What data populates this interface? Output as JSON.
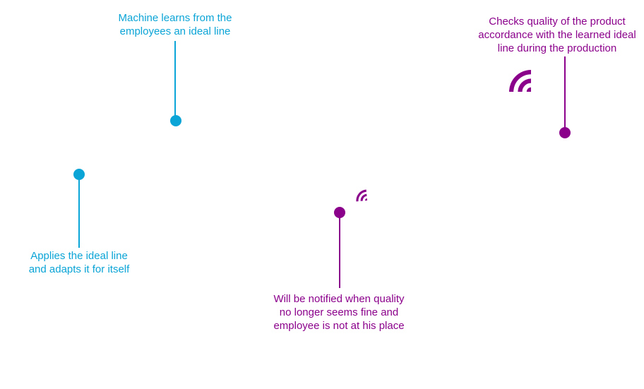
{
  "colors": {
    "blue": "#0aa4d6",
    "purple": "#8b008b"
  },
  "callouts": [
    {
      "lines": [
        "Machine learns from the",
        "employees an ideal line"
      ],
      "color": "blue"
    },
    {
      "lines": [
        "Applies the ideal line",
        "and adapts it for itself"
      ],
      "color": "blue"
    },
    {
      "lines": [
        "Will be notified when quality",
        "no longer seems fine and",
        "employee is not at his place"
      ],
      "color": "purple"
    },
    {
      "lines": [
        "Checks quality of the product",
        "accordance with the learned ideal",
        "line during the production"
      ],
      "color": "purple"
    }
  ],
  "icons": [
    "signal-waves-icon",
    "signal-waves-icon"
  ]
}
